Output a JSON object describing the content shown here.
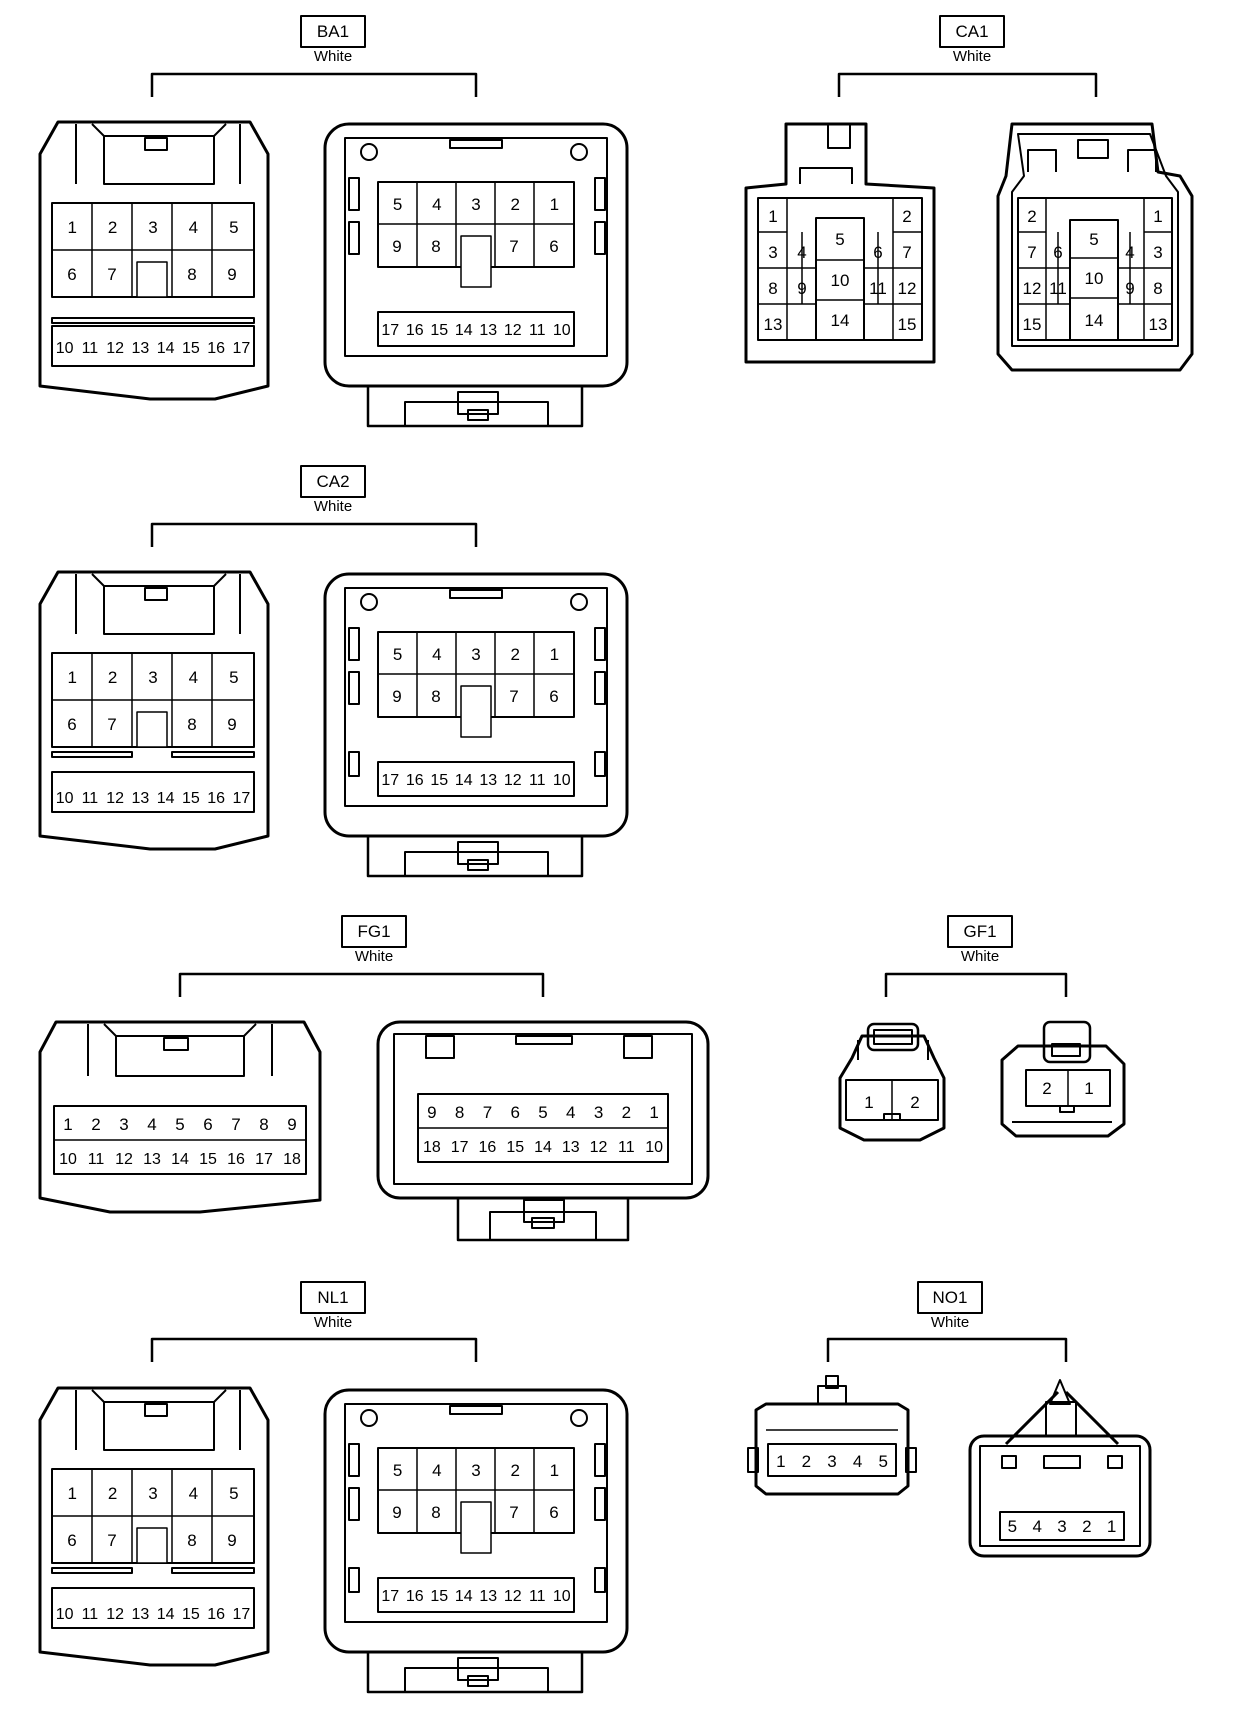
{
  "connectors": {
    "ba1": {
      "code": "BA1",
      "color": "White"
    },
    "ca1": {
      "code": "CA1",
      "color": "White"
    },
    "ca2": {
      "code": "CA2",
      "color": "White"
    },
    "fg1": {
      "code": "FG1",
      "color": "White"
    },
    "gf1": {
      "code": "GF1",
      "color": "White"
    },
    "nl1": {
      "code": "NL1",
      "color": "White"
    },
    "no1": {
      "code": "NO1",
      "color": "White"
    }
  },
  "pins": {
    "type17_male": {
      "row1": [
        "1",
        "2",
        "3",
        "4",
        "5"
      ],
      "row2": [
        "6",
        "7",
        "8",
        "9"
      ],
      "row3": [
        "10",
        "11",
        "12",
        "13",
        "14",
        "15",
        "16",
        "17"
      ]
    },
    "type17_female": {
      "row1": [
        "5",
        "4",
        "3",
        "2",
        "1"
      ],
      "row2": [
        "9",
        "8",
        "7",
        "6"
      ],
      "row3": [
        "17",
        "16",
        "15",
        "14",
        "13",
        "12",
        "11",
        "10"
      ]
    },
    "ca1_male": [
      "1",
      "2",
      "3",
      "4",
      "5",
      "6",
      "7",
      "8",
      "9",
      "10",
      "11",
      "12",
      "13",
      "14",
      "15"
    ],
    "ca1_female": [
      "2",
      "1",
      "7",
      "6",
      "5",
      "4",
      "3",
      "12",
      "11",
      "10",
      "9",
      "8",
      "15",
      "14",
      "13"
    ],
    "fg1_male": {
      "row1": [
        "1",
        "2",
        "3",
        "4",
        "5",
        "6",
        "7",
        "8",
        "9"
      ],
      "row2": [
        "10",
        "11",
        "12",
        "13",
        "14",
        "15",
        "16",
        "17",
        "18"
      ]
    },
    "fg1_female": {
      "row1": [
        "9",
        "8",
        "7",
        "6",
        "5",
        "4",
        "3",
        "2",
        "1"
      ],
      "row2": [
        "18",
        "17",
        "16",
        "15",
        "14",
        "13",
        "12",
        "11",
        "10"
      ]
    },
    "gf1_male": [
      "1",
      "2"
    ],
    "gf1_female": [
      "2",
      "1"
    ],
    "no1_male": [
      "1",
      "2",
      "3",
      "4",
      "5"
    ],
    "no1_female": [
      "5",
      "4",
      "3",
      "2",
      "1"
    ]
  }
}
